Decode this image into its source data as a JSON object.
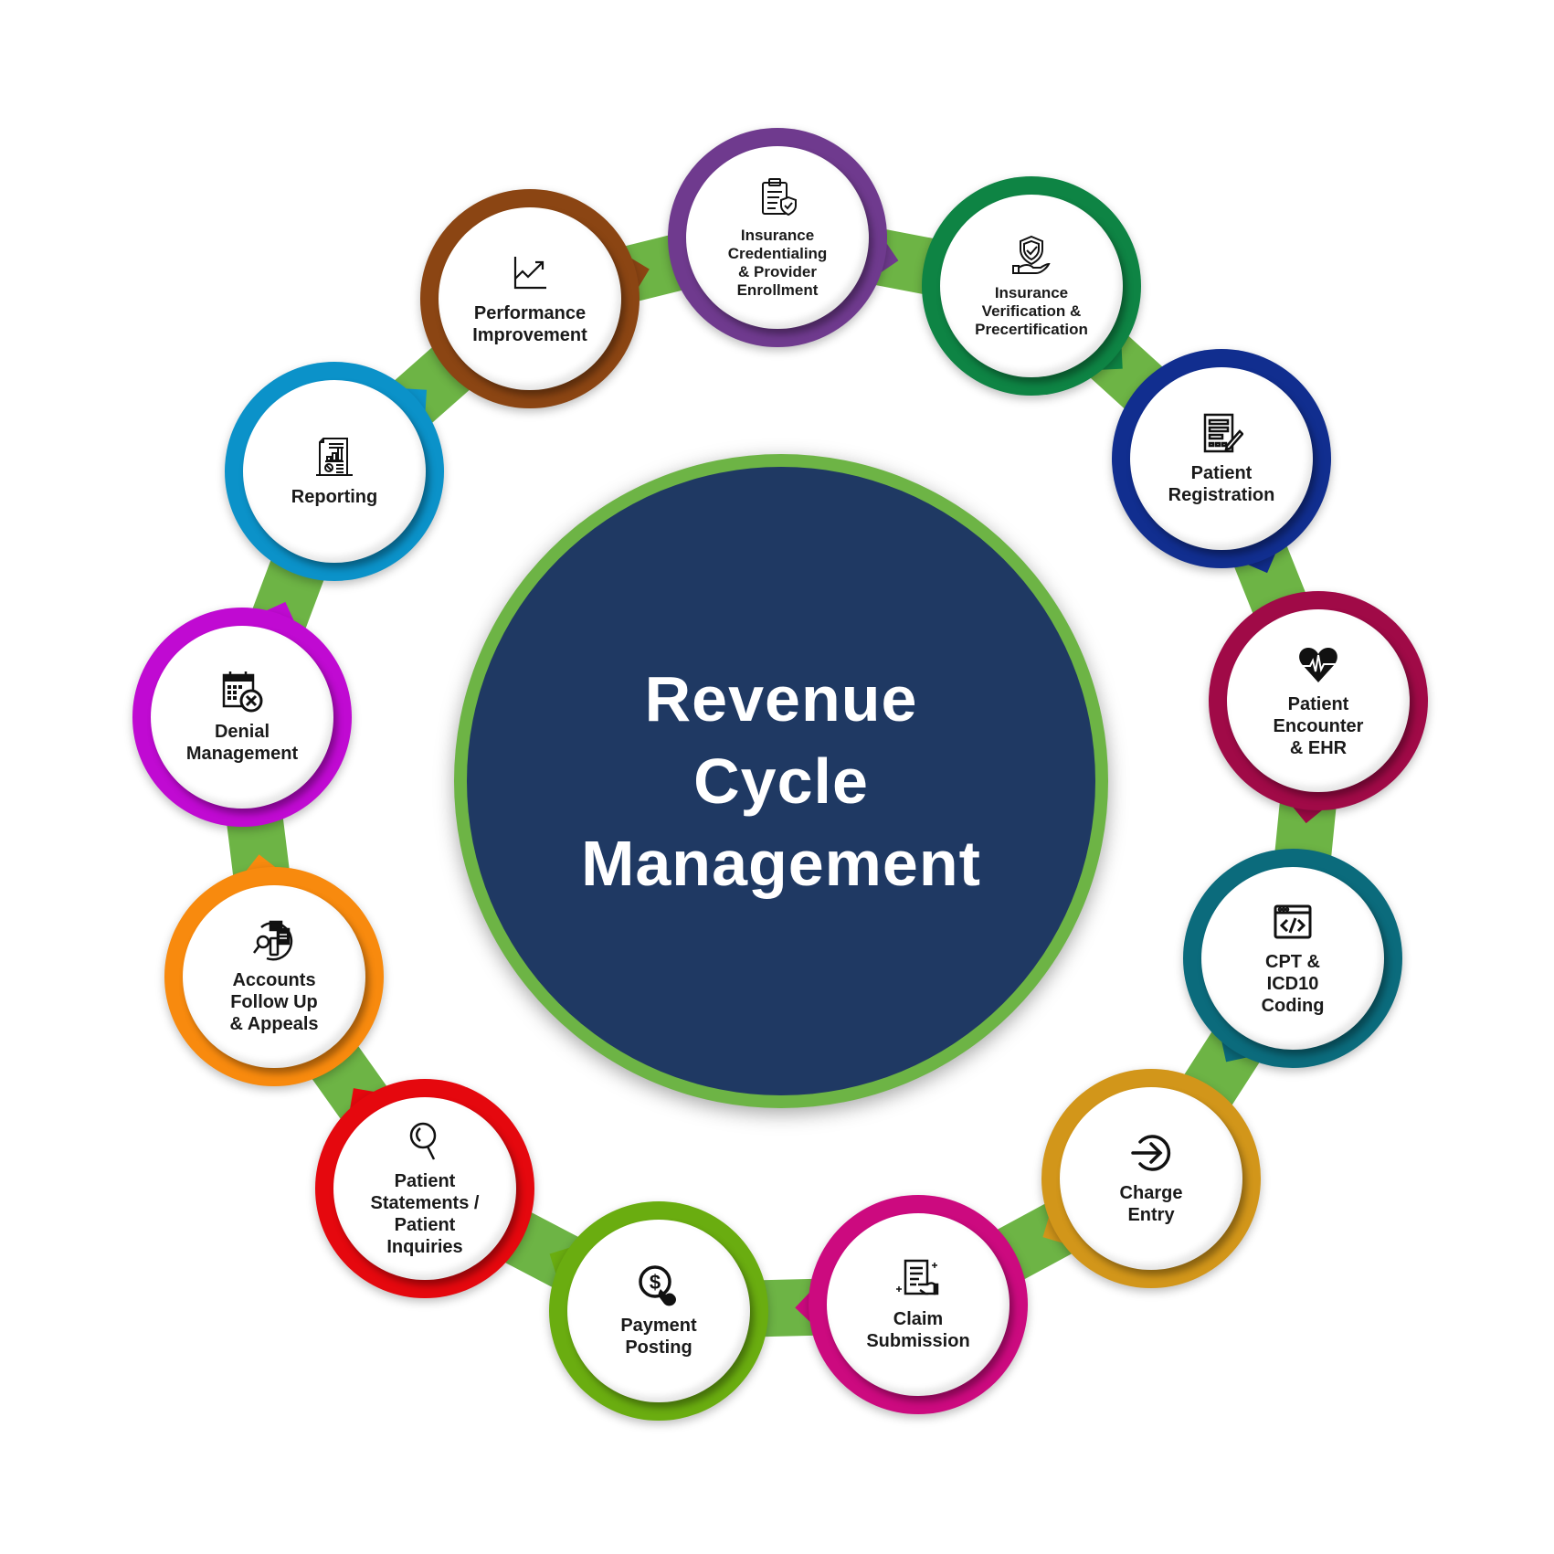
{
  "title": {
    "lines": [
      "Revenue",
      "Cycle",
      "Management"
    ]
  },
  "colors": {
    "band": "#6db445",
    "hub_ring": "#6db445",
    "hub_fill": "#1f3963",
    "text": "#1a1a1a"
  },
  "steps": [
    {
      "label": "Insurance\nCredentialing\n& Provider\nEnrollment",
      "icon": "clipboard-shield-icon",
      "color": "#6f3a8e",
      "small": true
    },
    {
      "label": "Insurance\nVerification &\nPrecertification",
      "icon": "shield-hand-icon",
      "color": "#0e8444",
      "small": true
    },
    {
      "label": "Patient\nRegistration",
      "icon": "form-pen-icon",
      "color": "#112e8f",
      "small": false
    },
    {
      "label": "Patient\nEncounter\n& EHR",
      "icon": "heart-pulse-icon",
      "color": "#a00a47",
      "small": false
    },
    {
      "label": "CPT &\nICD10\nCoding",
      "icon": "code-window-icon",
      "color": "#0b6b7c",
      "small": false
    },
    {
      "label": "Charge\nEntry",
      "icon": "arrow-circle-in-icon",
      "color": "#d2961a",
      "small": false
    },
    {
      "label": "Claim\nSubmission",
      "icon": "document-hand-icon",
      "color": "#cc0a7f",
      "small": false
    },
    {
      "label": "Payment\nPosting",
      "icon": "dollar-tap-icon",
      "color": "#6aad10",
      "small": false
    },
    {
      "label": "Patient\nStatements /\nPatient\nInquiries",
      "icon": "magnifier-icon",
      "color": "#e5080e",
      "small": false
    },
    {
      "label": "Accounts\nFollow Up\n& Appeals",
      "icon": "search-mail-device-icon",
      "color": "#f88a0e",
      "small": false
    },
    {
      "label": "Denial\nManagement",
      "icon": "calendar-x-icon",
      "color": "#c00ad2",
      "small": false
    },
    {
      "label": "Reporting",
      "icon": "report-chart-icon",
      "color": "#0b92c9",
      "small": false
    },
    {
      "label": "Performance\nImprovement",
      "icon": "trend-chart-icon",
      "color": "#8b4513",
      "small": false
    }
  ]
}
